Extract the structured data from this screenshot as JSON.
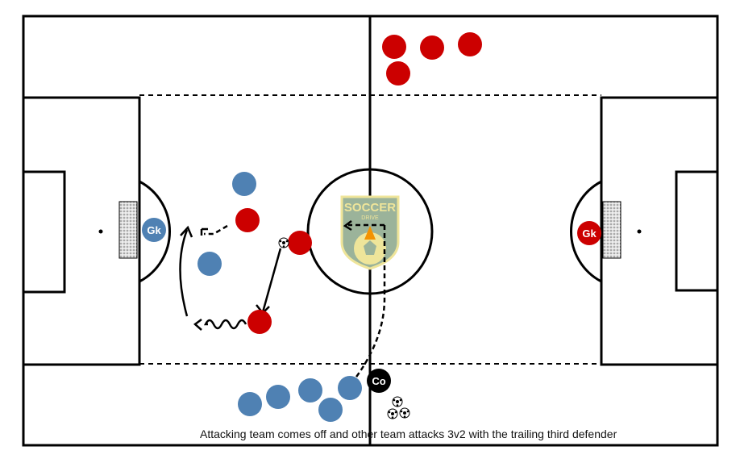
{
  "caption": "Attacking team comes off and other team attacks 3v2 with the trailing third defender",
  "logo": {
    "text": "SOCCER",
    "subtext": "DRIVE"
  },
  "labels": {
    "gk": "Gk",
    "coach": "Co"
  },
  "colors": {
    "red": "#cc0000",
    "blue": "#4f81b3",
    "coach": "#000000"
  }
}
